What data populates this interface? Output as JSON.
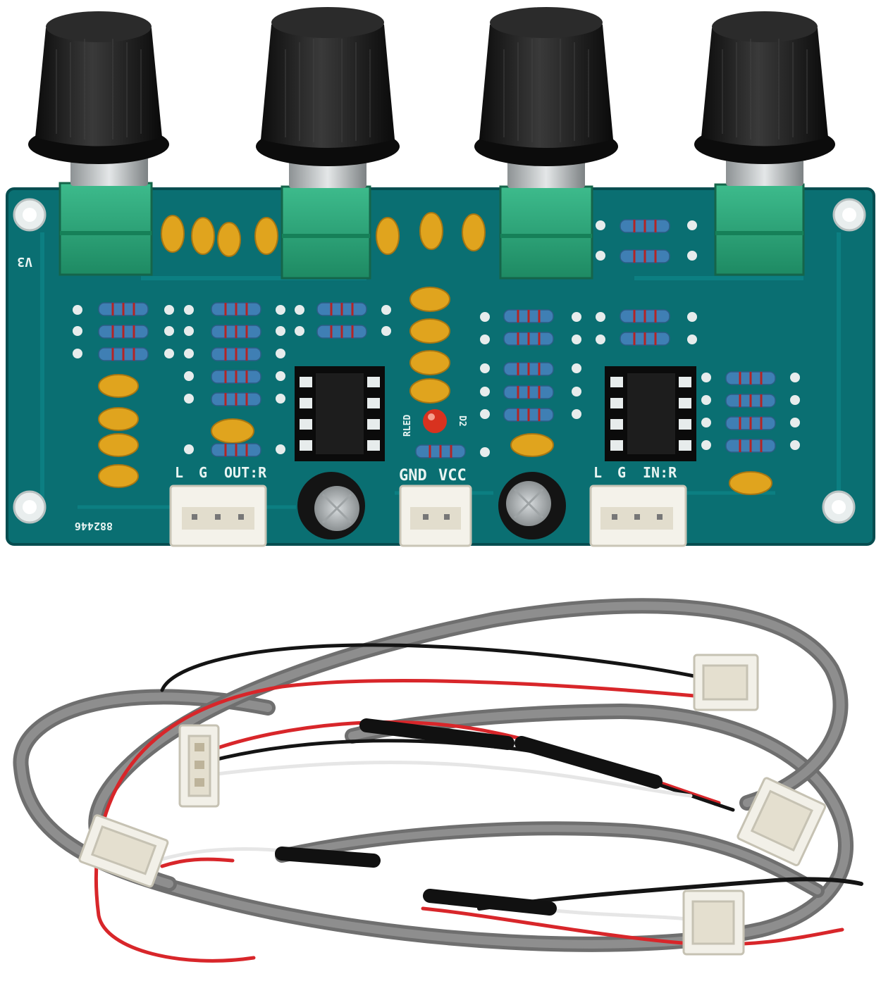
{
  "board": {
    "labels": {
      "version": "V3",
      "out_label": "OUT:R",
      "out_g": "G",
      "out_l": "L",
      "vcc": "VCC",
      "gnd": "GND",
      "in_label": "IN:R",
      "in_g": "G",
      "in_l": "L",
      "led": "RLED",
      "d2": "D2",
      "part_code": "882446"
    },
    "knob_count": 4
  },
  "colors": {
    "pcb": "#0a6f72",
    "pcb_dark": "#07575b",
    "knob": "#1e1e1e",
    "pot_body": "#2aa57a",
    "capacitor": "#e0a41e",
    "resistor": "#3f7fb4",
    "connector": "#f4f2ea",
    "cable": "#7c7c7c",
    "wire_red": "#d8262a",
    "wire_black": "#141414",
    "wire_white": "#e6e6e6"
  }
}
